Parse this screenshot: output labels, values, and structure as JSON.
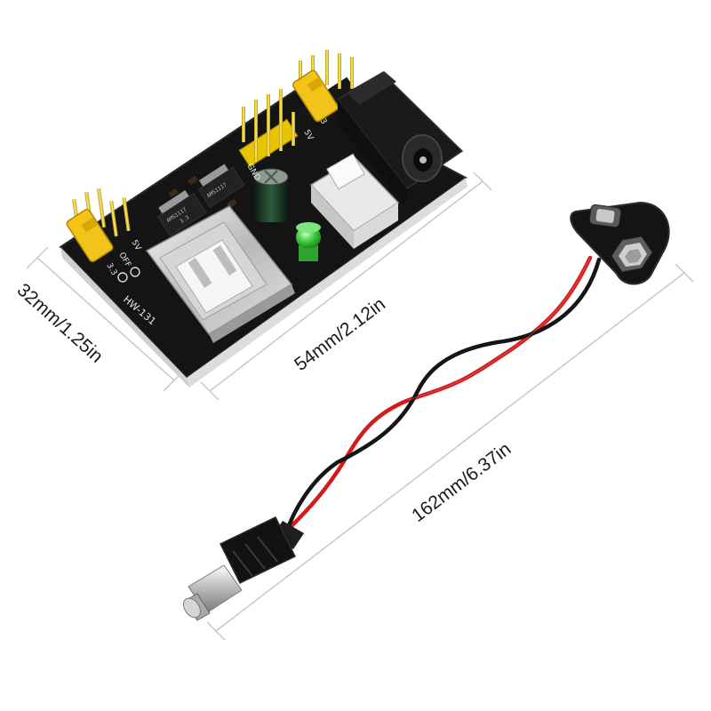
{
  "dimensions": {
    "board_width": "54mm/2.12in",
    "board_height": "32mm/1.25in",
    "cable_length": "162mm/6.37in"
  },
  "board": {
    "model": "HW-131",
    "label_5v_right": "5V",
    "label_33_right": "3.3",
    "label_gnd": "GND",
    "label_5v_left": "5V",
    "label_off": "OFF",
    "label_33_left": "3.3",
    "regulator_a": "AMS1117",
    "regulator_b": "AMS1117",
    "regulator_sub": "3.3"
  },
  "colors": {
    "pcb": "#141414",
    "header_pins": "#e8c300",
    "jumper": "#f2c318",
    "wire_red": "#d21c1c",
    "wire_black": "#151515",
    "led": "#3ecf3e",
    "dimension_line": "#c7c7c7"
  }
}
